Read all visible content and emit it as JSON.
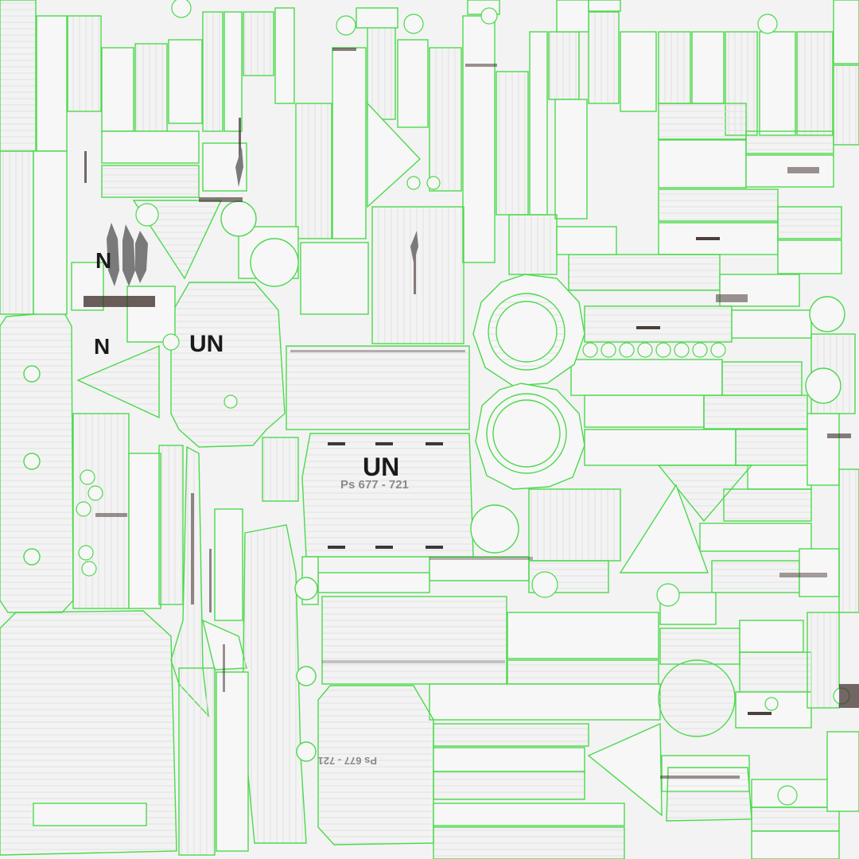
{
  "decals": {
    "un_marking_top": "UN",
    "un_marking_center": "UN",
    "serial_center": "Ps 677 - 721",
    "serial_bottom": "Ps 677 - 721",
    "un_partial_a": "N",
    "un_partial_b": "N"
  },
  "colors": {
    "background": "#f3f3f3",
    "uv_seam": "#4cd94c",
    "island_fill": "#f7f7f7",
    "grime": "#3a2a26",
    "decal_text": "#1a1a1a",
    "serial_text": "#8a8a8a"
  },
  "icons": [
    "spoke-logo-icon"
  ]
}
